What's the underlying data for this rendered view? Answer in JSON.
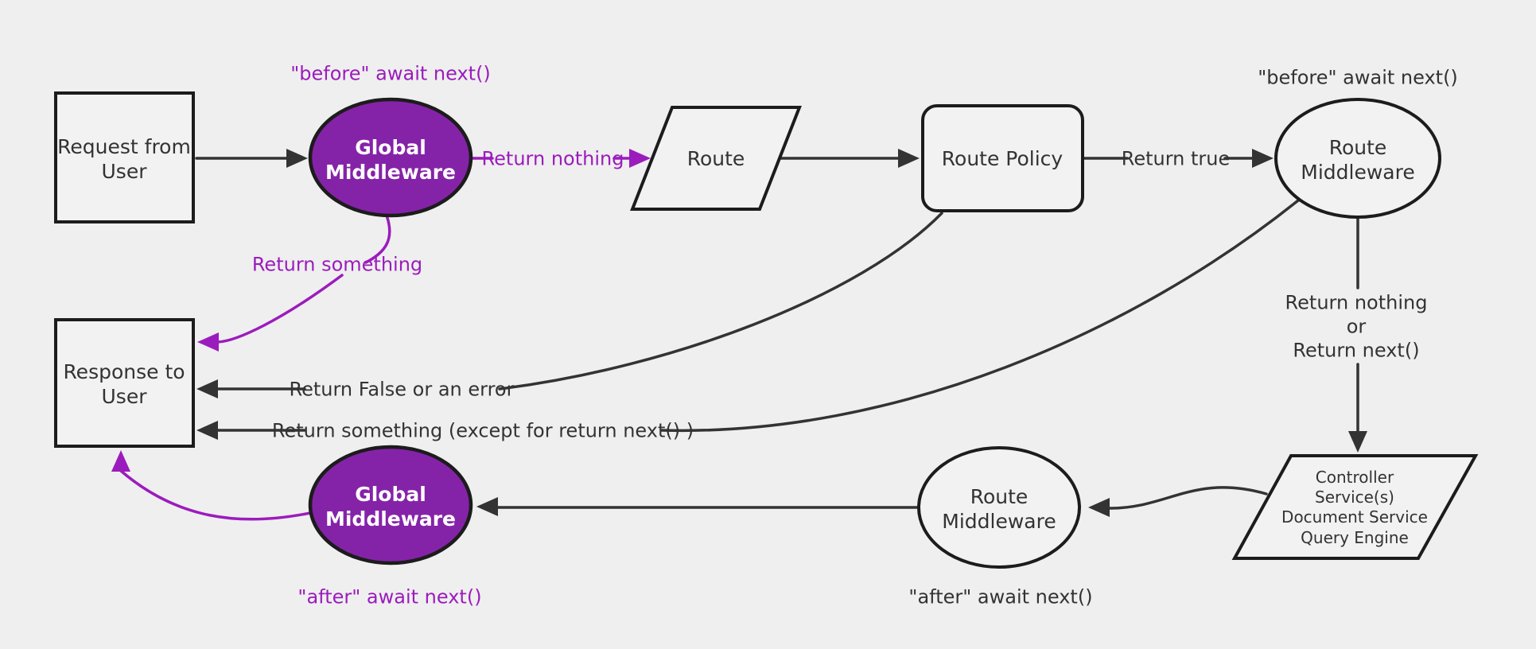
{
  "diagram": {
    "title_hint": "Middleware request/response flowchart",
    "colors": {
      "background": "#efefef",
      "node_fill": "#f2f2f2",
      "node_border": "#1c1c1c",
      "edge_black": "#333333",
      "purple_fill": "#8523a8",
      "purple_accent": "#9b1cbc",
      "text_white": "#ffffff"
    },
    "nodes": {
      "request": {
        "line1": "Request from",
        "line2": "User"
      },
      "global_middleware_top": {
        "line1": "Global",
        "line2": "Middleware"
      },
      "route": {
        "label": "Route"
      },
      "route_policy": {
        "label": "Route Policy"
      },
      "route_middleware_top": {
        "line1": "Route",
        "line2": "Middleware"
      },
      "controller": {
        "line1": "Controller",
        "line2": "Service(s)",
        "line3": "Document Service",
        "line4": "Query Engine"
      },
      "route_middleware_bottom": {
        "line1": "Route",
        "line2": "Middleware"
      },
      "global_middleware_bottom": {
        "line1": "Global",
        "line2": "Middleware"
      },
      "response": {
        "line1": "Response to",
        "line2": "User"
      }
    },
    "annotations": {
      "before_await_top_left": "\"before\" await next()",
      "before_await_top_right": "\"before\" await next()",
      "after_await_bottom_left": "\"after\" await next()",
      "after_await_bottom_mid": "\"after\" await next()"
    },
    "edge_labels": {
      "return_nothing": "Return nothing",
      "return_true": "Return true",
      "return_something": "Return something",
      "return_false_or_error": "Return False or an error",
      "return_something_except": "Return something (except for return next() )",
      "return_nothing_or_line1": "Return nothing",
      "return_nothing_or_line2": "or",
      "return_nothing_or_line3": "Return next()"
    },
    "edges": [
      {
        "from": "request",
        "to": "global_middleware_top",
        "label": ""
      },
      {
        "from": "global_middleware_top",
        "to": "route",
        "label": "Return nothing"
      },
      {
        "from": "route",
        "to": "route_policy",
        "label": ""
      },
      {
        "from": "route_policy",
        "to": "route_middleware_top",
        "label": "Return true"
      },
      {
        "from": "route_middleware_top",
        "to": "controller",
        "label": "Return nothing or Return next()"
      },
      {
        "from": "controller",
        "to": "route_middleware_bottom",
        "label": ""
      },
      {
        "from": "route_middleware_bottom",
        "to": "global_middleware_bottom",
        "label": ""
      },
      {
        "from": "global_middleware_bottom",
        "to": "response",
        "label": ""
      },
      {
        "from": "global_middleware_top",
        "to": "response",
        "label": "Return something"
      },
      {
        "from": "route_policy",
        "to": "response",
        "label": "Return False or an error"
      },
      {
        "from": "route_middleware_top",
        "to": "response",
        "label": "Return something (except for return next() )"
      }
    ]
  }
}
